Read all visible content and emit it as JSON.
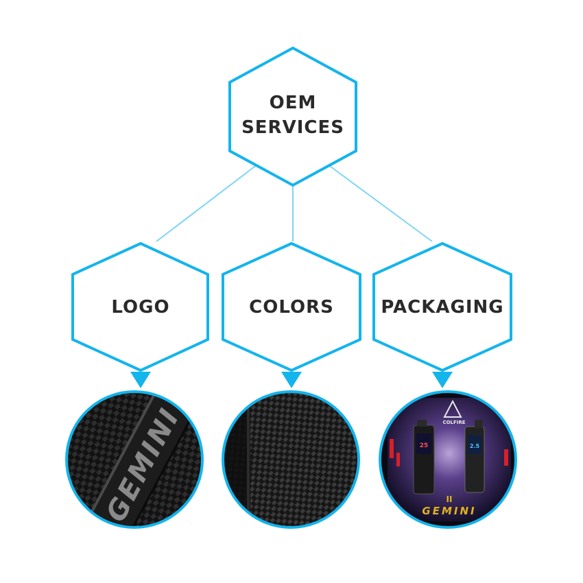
{
  "colors": {
    "accent": "#14b4ec",
    "connector": "#7fd6f5",
    "text": "#2a2a2a",
    "carbon_dark": "#161616",
    "carbon_light": "#3a3a3a",
    "box_gold": "#e2b21d",
    "box_red": "#d8202a"
  },
  "root": {
    "line1": "OEM",
    "line2": "SERVICES"
  },
  "children": [
    {
      "label": "LOGO",
      "photo": {
        "subject": "carbon-fiber-device-closeup",
        "logo_text": "GEMINI"
      }
    },
    {
      "label": "COLORS",
      "photo": {
        "subject": "carbon-fiber-texture-closeup"
      }
    },
    {
      "label": "PACKAGING",
      "photo": {
        "subject": "retail-box",
        "brand_text": "COLFIRE",
        "numeral_text": "II",
        "product_text": "GEMINI",
        "screen_left": "25",
        "screen_right": "2.5"
      }
    }
  ]
}
